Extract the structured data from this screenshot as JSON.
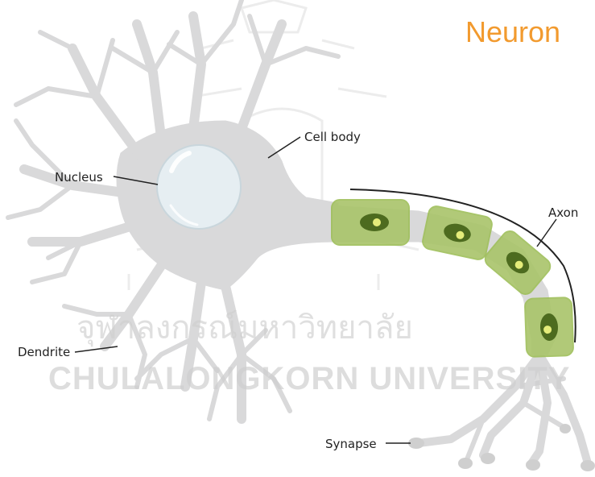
{
  "title": "Neuron",
  "labels": {
    "cell_body": "Cell body",
    "nucleus": "Nucleus",
    "axon": "Axon",
    "dendrite": "Dendrite",
    "synapse": "Synapse"
  },
  "watermark": {
    "thai": "จุฬาลงกรณ์มหาวิทยาลัย",
    "english": "CHULALONGKORN UNIVERSITY"
  },
  "colors": {
    "title": "#f29a2e",
    "neuron": "#d9d9da",
    "myelin": "#9fbf5a",
    "schwann_nucleus": "#4d6b1f",
    "nucleus_fill": "#e6eef2"
  }
}
